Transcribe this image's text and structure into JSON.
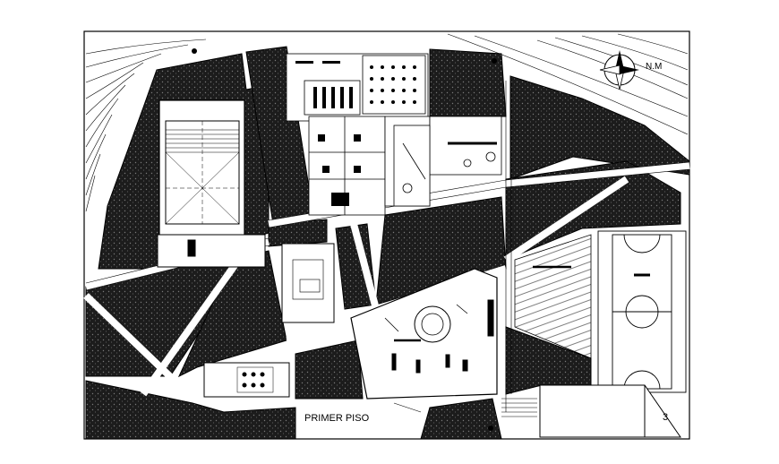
{
  "drawing": {
    "floor_label": "PRIMER PISO",
    "sheet_number": "3",
    "north_label": "N.M"
  },
  "colors": {
    "ink": "#000000",
    "paper": "#ffffff",
    "vegetation_fill": "#1a1a1a",
    "vegetation_texture": "#555555"
  },
  "icons": {
    "north_arrow": "compass-north-arrow"
  }
}
